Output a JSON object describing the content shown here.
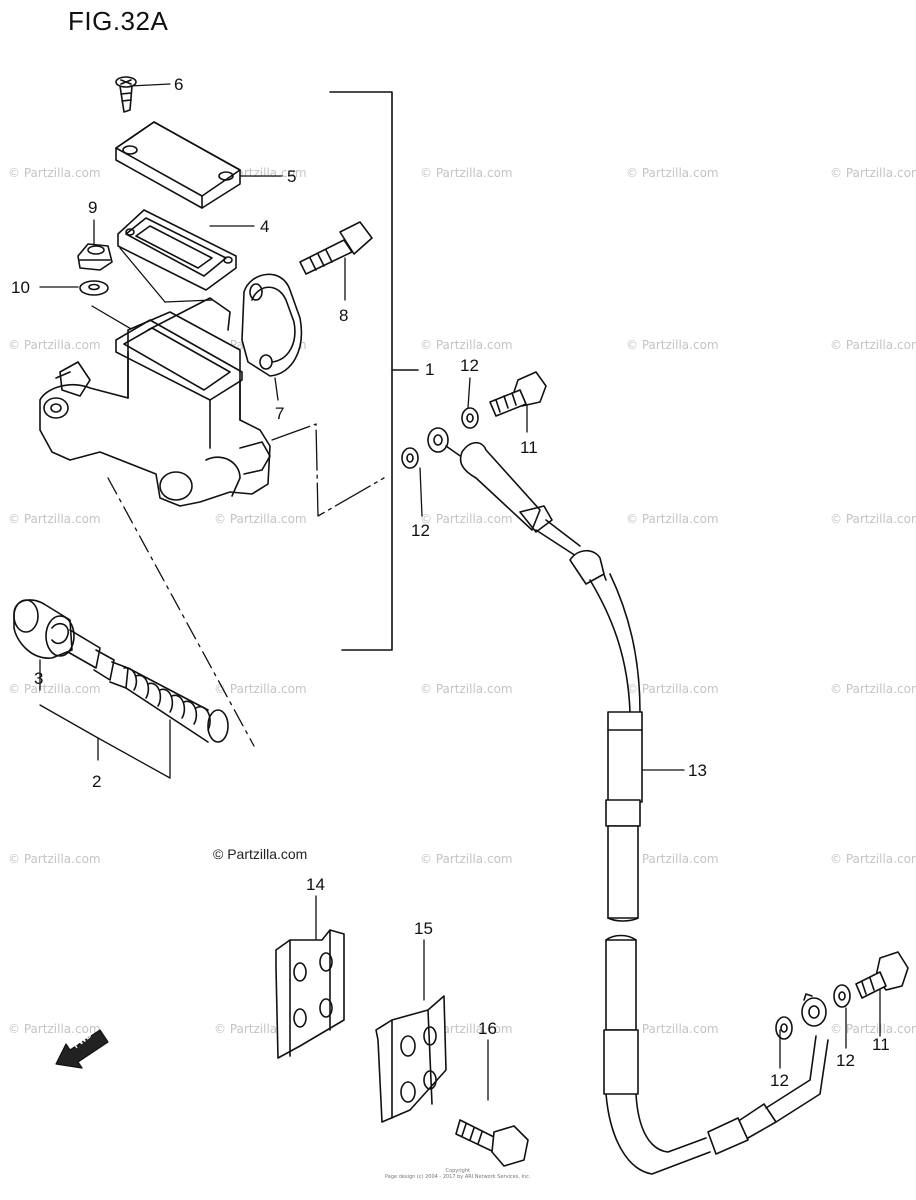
{
  "title": "FIG.32A",
  "credit": "© Partzilla.com",
  "watermark": "© Partzilla.com",
  "fwd_label": "FWD",
  "copyright": "Copyright\nPage design (c) 2004 - 2017 by ARI Network Services, Inc.",
  "callouts": [
    {
      "id": "c6",
      "label": "6"
    },
    {
      "id": "c5",
      "label": "5"
    },
    {
      "id": "c9",
      "label": "9"
    },
    {
      "id": "c4",
      "label": "4"
    },
    {
      "id": "c10",
      "label": "10"
    },
    {
      "id": "c8",
      "label": "8"
    },
    {
      "id": "c1",
      "label": "1"
    },
    {
      "id": "c7",
      "label": "7"
    },
    {
      "id": "c12a",
      "label": "12"
    },
    {
      "id": "c11a",
      "label": "11"
    },
    {
      "id": "c12b",
      "label": "12"
    },
    {
      "id": "c3",
      "label": "3"
    },
    {
      "id": "c2",
      "label": "2"
    },
    {
      "id": "c13",
      "label": "13"
    },
    {
      "id": "c14",
      "label": "14"
    },
    {
      "id": "c15",
      "label": "15"
    },
    {
      "id": "c16",
      "label": "16"
    },
    {
      "id": "c12c",
      "label": "12"
    },
    {
      "id": "c12d",
      "label": "12"
    },
    {
      "id": "c11b",
      "label": "11"
    }
  ]
}
